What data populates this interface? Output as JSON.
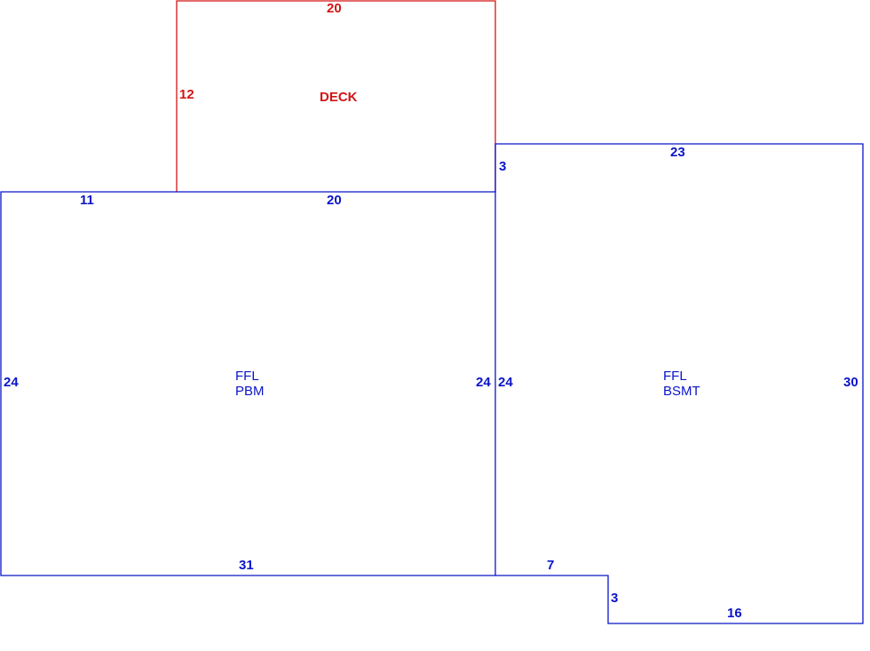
{
  "colors": {
    "deck": "#d21414",
    "living": "#0a14c8",
    "background": "#ffffff"
  },
  "areas": {
    "deck": {
      "name": "DECK",
      "dimensions": {
        "top": "20",
        "left": "12"
      }
    },
    "pbm": {
      "name_line1": "FFL",
      "name_line2": "PBM",
      "dimensions": {
        "top_left": "11",
        "top_right": "20",
        "left": "24",
        "right": "24",
        "bottom": "31"
      }
    },
    "bsmt": {
      "name_line1": "FFL",
      "name_line2": "BSMT",
      "dimensions": {
        "top": "23",
        "left_upper": "3",
        "left": "24",
        "right": "30",
        "step_top": "7",
        "step_side": "3",
        "bottom": "16"
      }
    }
  }
}
